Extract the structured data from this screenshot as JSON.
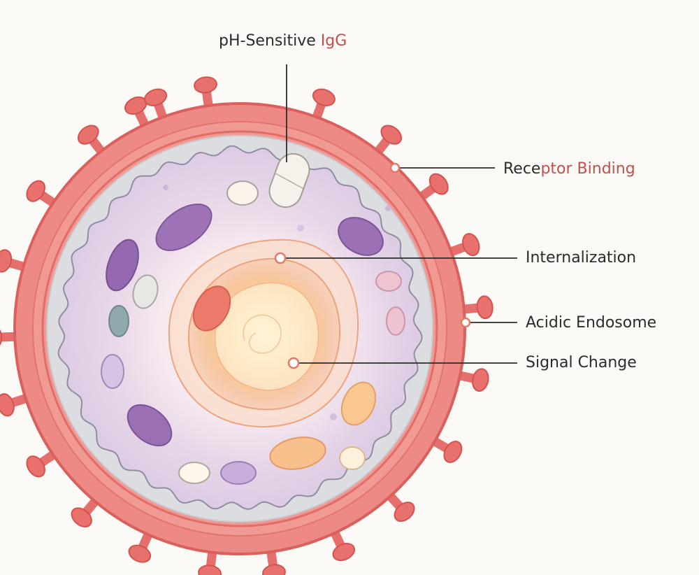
{
  "labels": {
    "ph_sensitive_igg": {
      "prefix": "pH-Sensitive ",
      "highlight": "IgG"
    },
    "receptor_binding": {
      "prefix": "Rece",
      "highlight": "ptor Binding"
    },
    "internalization": "Internalization",
    "acidic_endosome": "Acidic Endosome",
    "signal_change": "Signal Change"
  },
  "colors": {
    "membrane": "#ec7b77",
    "membrane_edge": "#d95c5a",
    "cytoplasm": "#e8d9ec",
    "organelle_purple": "#9c6fb3",
    "endosome_orange": "#f4b184",
    "highlight_text": "#c0504d"
  }
}
